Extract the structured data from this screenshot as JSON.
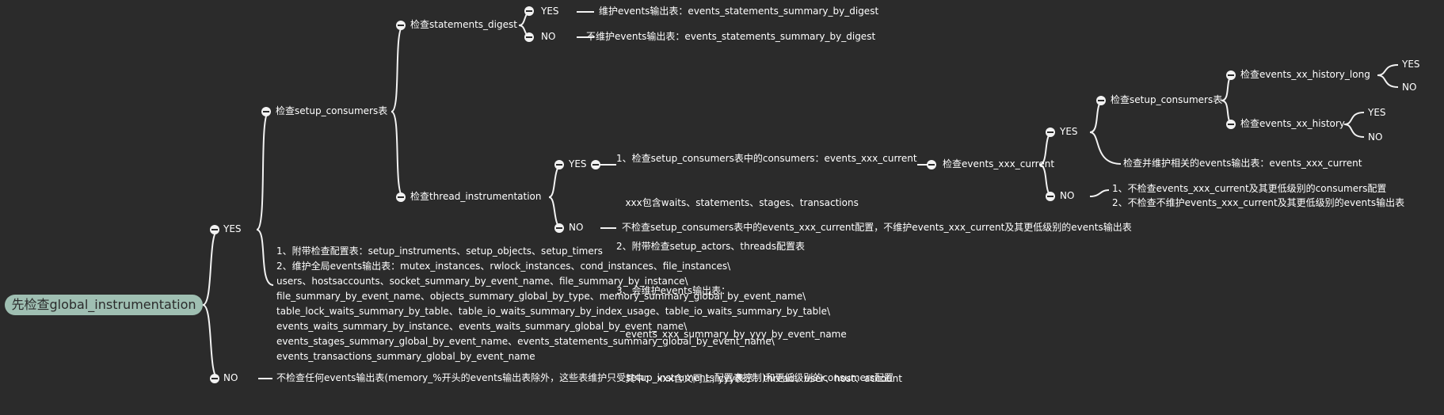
{
  "root": "先检查global_instrumentation",
  "yes": "YES",
  "no": "NO",
  "global_no_text": "不检查任何events输出表(memory_%开头的events输出表除外，这些表维护只受setup_instruments配置表控制)和更低级别的consumers配置",
  "check_setup_consumers": "检查setup_consumers表",
  "check_statements_digest": "检查statements_digest",
  "digest_yes_text": "维护events输出表：events_statements_summary_by_digest",
  "digest_no_text": "不维护events输出表：events_statements_summary_by_digest",
  "check_thread_instrumentation": "检查thread_instrumentation",
  "thread_yes_lines": [
    "1、检查setup_consumers表中的consumers：events_xxx_current",
    "   xxx包含waits、statements、stages、transactions",
    "2、附带检查setup_actors、threads配置表",
    "3、会维护events输出表：",
    "   events_xxx_summary_by_yyy_by_event_name",
    "   其中： xxx含义同上; yyy表示：thread、user、host、account"
  ],
  "thread_no_text": "不检查setup_consumers表中的events_xxx_current配置，不维护events_xxx_current及其更低级别的events输出表",
  "check_events_current": "检查events_xxx_current",
  "current_yes_check_consumers": "检查setup_consumers表",
  "check_history_long": "检查events_xx_history_long",
  "check_history": "检查events_xx_history",
  "check_maintain_current": "检查并维护相关的events输出表：events_xxx_current",
  "current_no_lines": [
    "1、不检查events_xxx_current及其更低级别的consumers配置",
    "2、不检查不维护events_xxx_current及其更低级别的events输出表"
  ],
  "global_yes_lines": [
    "1、附带检查配置表：setup_instruments、setup_objects、setup_timers",
    "2、维护全局events输出表：mutex_instances、rwlock_instances、cond_instances、file_instances\\",
    "users、hostsaccounts、socket_summary_by_event_name、file_summary_by_instance\\",
    "file_summary_by_event_name、objects_summary_global_by_type、memory_summary_global_by_event_name\\",
    "table_lock_waits_summary_by_table、table_io_waits_summary_by_index_usage、table_io_waits_summary_by_table\\",
    "events_waits_summary_by_instance、events_waits_summary_global_by_event_name\\",
    "events_stages_summary_global_by_event_name、events_statements_summary_global_by_event_name\\",
    "events_transactions_summary_global_by_event_name"
  ],
  "colors": {
    "background": "#2b2b2b",
    "root_fill": "#9fbfb2",
    "line": "#f2f2f2",
    "text": "#ffffff"
  }
}
